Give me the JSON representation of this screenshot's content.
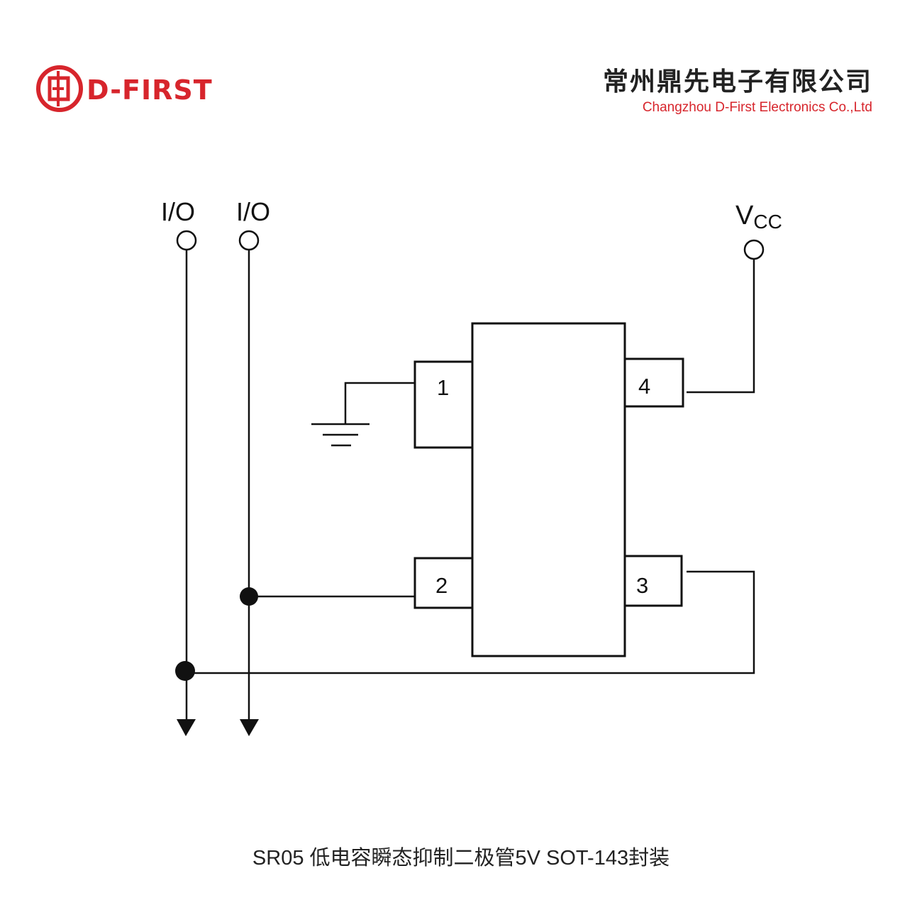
{
  "brand": {
    "logo_text": "D-FIRST",
    "color": "#d7252c"
  },
  "company": {
    "name_cn": "常州鼎先电子有限公司",
    "name_en": "Changzhou D-First Electronics Co.,Ltd"
  },
  "schematic": {
    "io_label_1": "I/O",
    "io_label_2": "I/O",
    "vcc_label": "V",
    "vcc_subscript": "CC",
    "pins": [
      "1",
      "2",
      "3",
      "4"
    ]
  },
  "caption": "SR05  低电容瞬态抑制二极管5V SOT-143封装"
}
